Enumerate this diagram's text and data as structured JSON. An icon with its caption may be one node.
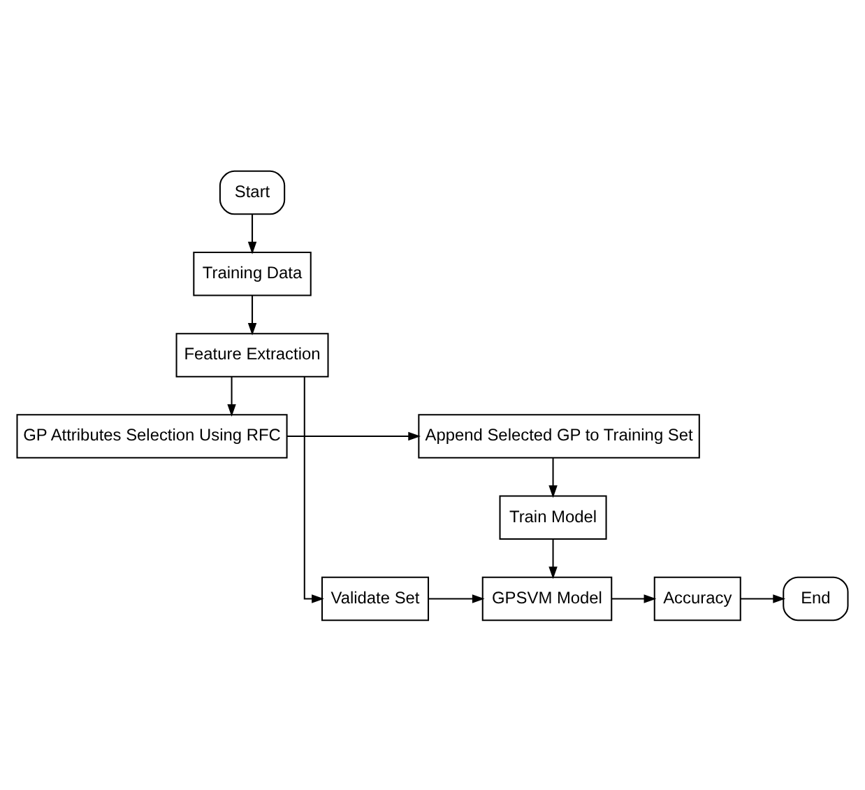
{
  "diagram": {
    "nodes": [
      {
        "text": [
          "Start"
        ]
      },
      {
        "text": [
          "Training Data"
        ]
      },
      {
        "text": [
          "Feature Extraction"
        ]
      },
      {
        "text": [
          "GP Attributes Selection Using RFC"
        ]
      },
      {
        "text": [
          "Append Selected GP to Training Set"
        ]
      },
      {
        "text": [
          "Train Model"
        ]
      },
      {
        "text": [
          "Validate Set"
        ]
      },
      {
        "text": [
          "GPSVM Model"
        ]
      },
      {
        "text": [
          "Accuracy"
        ]
      },
      {
        "text": [
          "End"
        ]
      }
    ],
    "edges": [
      {
        "from": 0,
        "to": 1,
        "arrow": "to"
      },
      {
        "from": 1,
        "to": 2,
        "arrow": "to"
      },
      {
        "from": 2,
        "to": 3,
        "arrow": "to"
      },
      {
        "from": 3,
        "to": 4,
        "arrow": "to"
      },
      {
        "from": 4,
        "to": 5,
        "arrow": "to"
      },
      {
        "from": 2,
        "to": 6,
        "arrow": "to"
      },
      {
        "from": 5,
        "to": 7,
        "arrow": "to"
      },
      {
        "from": 6,
        "to": 7,
        "arrow": "to"
      },
      {
        "from": 7,
        "to": 8,
        "arrow": "to"
      },
      {
        "from": 8,
        "to": 9,
        "arrow": "to"
      }
    ]
  }
}
